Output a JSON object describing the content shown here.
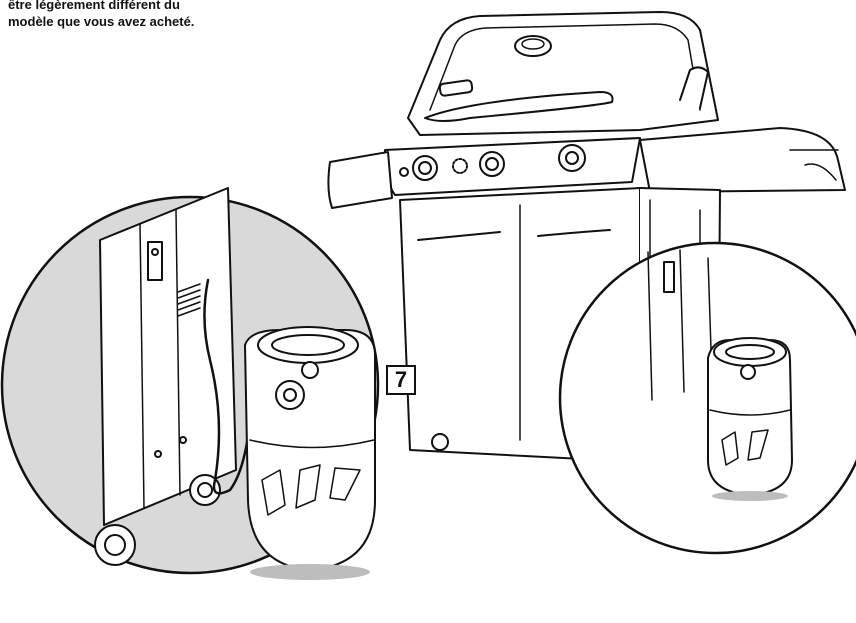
{
  "caption": {
    "line1": "être légèrement différent du",
    "line2": "modèle que vous avez acheté."
  },
  "step_number": "7",
  "colors": {
    "line": "#111111",
    "detail_bg": "#d9d9d9",
    "floor_shadow": "#bdbdbd",
    "fill": "#ffffff"
  }
}
